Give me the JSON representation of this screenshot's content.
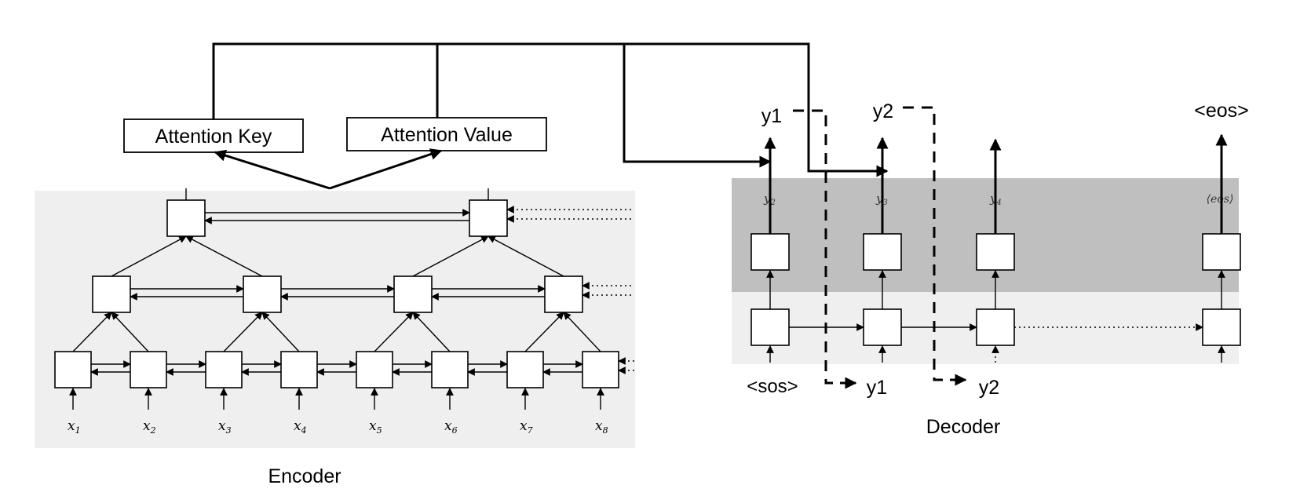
{
  "encoder": {
    "caption": "Encoder",
    "attention_key": "Attention Key",
    "attention_value": "Attention Value",
    "inputs": [
      {
        "base": "x",
        "sub": "1"
      },
      {
        "base": "x",
        "sub": "2"
      },
      {
        "base": "x",
        "sub": "3"
      },
      {
        "base": "x",
        "sub": "4"
      },
      {
        "base": "x",
        "sub": "5"
      },
      {
        "base": "x",
        "sub": "6"
      },
      {
        "base": "x",
        "sub": "7"
      },
      {
        "base": "x",
        "sub": "8"
      }
    ]
  },
  "decoder": {
    "caption": "Decoder",
    "top_outputs": [
      "y1",
      "y2",
      "<eos>"
    ],
    "inner_labels": [
      {
        "base": "y",
        "sub": "2"
      },
      {
        "base": "y",
        "sub": "3"
      },
      {
        "base": "y",
        "sub": "4"
      },
      {
        "text": "⟨eos⟩"
      }
    ],
    "bottom_inputs": [
      "<sos>",
      "y1",
      "y2"
    ]
  },
  "colors": {
    "encoder_panel": "#efefef",
    "decoder_upper_panel": "#bfbfbf",
    "decoder_lower_panel": "#efefef",
    "stroke": "#000000"
  }
}
